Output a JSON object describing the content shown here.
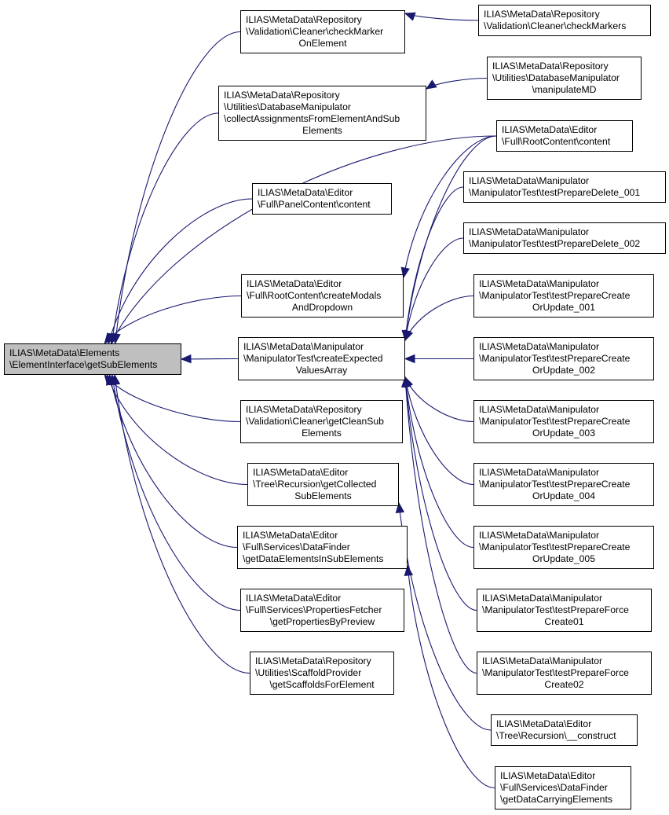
{
  "diagram": {
    "type": "doxygen-caller-graph",
    "edge_color": "#191970",
    "root_fill": "#bfbfbf",
    "nodes": [
      {
        "id": "root",
        "root": true,
        "lines": [
          "ILIAS\\MetaData\\Elements",
          "\\ElementInterface\\getSubElements"
        ]
      },
      {
        "id": "n1",
        "lines": [
          "ILIAS\\MetaData\\Repository",
          "\\Validation\\Cleaner\\checkMarker",
          "OnElement"
        ]
      },
      {
        "id": "n2",
        "lines": [
          "ILIAS\\MetaData\\Repository",
          "\\Utilities\\DatabaseManipulator",
          "\\collectAssignmentsFromElementAndSub",
          "Elements"
        ]
      },
      {
        "id": "n3",
        "lines": [
          "ILIAS\\MetaData\\Editor",
          "\\Full\\PanelContent\\content"
        ]
      },
      {
        "id": "n4",
        "lines": [
          "ILIAS\\MetaData\\Editor",
          "\\Full\\RootContent\\createModals",
          "AndDropdown"
        ]
      },
      {
        "id": "n5",
        "lines": [
          "ILIAS\\MetaData\\Manipulator",
          "\\ManipulatorTest\\createExpected",
          "ValuesArray"
        ]
      },
      {
        "id": "n6",
        "lines": [
          "ILIAS\\MetaData\\Repository",
          "\\Validation\\Cleaner\\getCleanSub",
          "Elements"
        ]
      },
      {
        "id": "n7",
        "lines": [
          "ILIAS\\MetaData\\Editor",
          "\\Tree\\Recursion\\getCollected",
          "SubElements"
        ]
      },
      {
        "id": "n8",
        "lines": [
          "ILIAS\\MetaData\\Editor",
          "\\Full\\Services\\DataFinder",
          "\\getDataElementsInSubElements"
        ]
      },
      {
        "id": "n9",
        "lines": [
          "ILIAS\\MetaData\\Editor",
          "\\Full\\Services\\PropertiesFetcher",
          "\\getPropertiesByPreview"
        ]
      },
      {
        "id": "n10",
        "lines": [
          "ILIAS\\MetaData\\Repository",
          "\\Utilities\\ScaffoldProvider",
          "\\getScaffoldsForElement"
        ]
      },
      {
        "id": "r1",
        "lines": [
          "ILIAS\\MetaData\\Repository",
          "\\Validation\\Cleaner\\checkMarkers"
        ]
      },
      {
        "id": "r2",
        "lines": [
          "ILIAS\\MetaData\\Repository",
          "\\Utilities\\DatabaseManipulator",
          "\\manipulateMD"
        ]
      },
      {
        "id": "r3",
        "lines": [
          "ILIAS\\MetaData\\Editor",
          "\\Full\\RootContent\\content"
        ]
      },
      {
        "id": "r4",
        "lines": [
          "ILIAS\\MetaData\\Manipulator",
          "\\ManipulatorTest\\testPrepareDelete_001"
        ]
      },
      {
        "id": "r5",
        "lines": [
          "ILIAS\\MetaData\\Manipulator",
          "\\ManipulatorTest\\testPrepareDelete_002"
        ]
      },
      {
        "id": "r6",
        "lines": [
          "ILIAS\\MetaData\\Manipulator",
          "\\ManipulatorTest\\testPrepareCreate",
          "OrUpdate_001"
        ]
      },
      {
        "id": "r7",
        "lines": [
          "ILIAS\\MetaData\\Manipulator",
          "\\ManipulatorTest\\testPrepareCreate",
          "OrUpdate_002"
        ]
      },
      {
        "id": "r8",
        "lines": [
          "ILIAS\\MetaData\\Manipulator",
          "\\ManipulatorTest\\testPrepareCreate",
          "OrUpdate_003"
        ]
      },
      {
        "id": "r9",
        "lines": [
          "ILIAS\\MetaData\\Manipulator",
          "\\ManipulatorTest\\testPrepareCreate",
          "OrUpdate_004"
        ]
      },
      {
        "id": "r10",
        "lines": [
          "ILIAS\\MetaData\\Manipulator",
          "\\ManipulatorTest\\testPrepareCreate",
          "OrUpdate_005"
        ]
      },
      {
        "id": "r11",
        "lines": [
          "ILIAS\\MetaData\\Manipulator",
          "\\ManipulatorTest\\testPrepareForce",
          "Create01"
        ]
      },
      {
        "id": "r12",
        "lines": [
          "ILIAS\\MetaData\\Manipulator",
          "\\ManipulatorTest\\testPrepareForce",
          "Create02"
        ]
      },
      {
        "id": "r13",
        "lines": [
          "ILIAS\\MetaData\\Editor",
          "\\Tree\\Recursion\\__construct"
        ]
      },
      {
        "id": "r14",
        "lines": [
          "ILIAS\\MetaData\\Editor",
          "\\Full\\Services\\DataFinder",
          "\\getDataCarryingElements"
        ]
      }
    ],
    "edges": [
      {
        "from": "n1",
        "to": "root"
      },
      {
        "from": "n2",
        "to": "root"
      },
      {
        "from": "n3",
        "to": "root"
      },
      {
        "from": "r3",
        "to": "root"
      },
      {
        "from": "n4",
        "to": "root"
      },
      {
        "from": "n5",
        "to": "root"
      },
      {
        "from": "n6",
        "to": "root"
      },
      {
        "from": "n7",
        "to": "root"
      },
      {
        "from": "n8",
        "to": "root"
      },
      {
        "from": "n9",
        "to": "root"
      },
      {
        "from": "n10",
        "to": "root"
      },
      {
        "from": "r1",
        "to": "n1"
      },
      {
        "from": "r2",
        "to": "n2"
      },
      {
        "from": "r3",
        "to": "n4"
      },
      {
        "from": "r4",
        "to": "n5"
      },
      {
        "from": "r5",
        "to": "n5"
      },
      {
        "from": "r6",
        "to": "n5"
      },
      {
        "from": "r7",
        "to": "n5"
      },
      {
        "from": "r8",
        "to": "n5"
      },
      {
        "from": "r9",
        "to": "n5"
      },
      {
        "from": "r10",
        "to": "n5"
      },
      {
        "from": "r11",
        "to": "n5"
      },
      {
        "from": "r12",
        "to": "n5"
      },
      {
        "from": "r3",
        "to": "n5"
      },
      {
        "from": "r13",
        "to": "n7"
      },
      {
        "from": "r14",
        "to": "n8"
      }
    ]
  }
}
